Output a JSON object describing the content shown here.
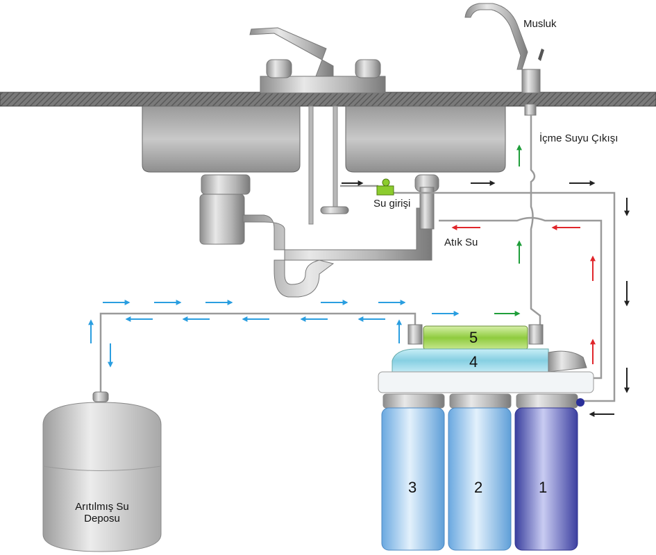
{
  "labels": {
    "faucet": "Musluk",
    "drinking_outlet": "İçme Suyu Çıkışı",
    "water_inlet": "Su girişi",
    "waste_water": "Atık Su",
    "tank_line1": "Arıtılmış Su",
    "tank_line2": "Deposu"
  },
  "stages": [
    "1",
    "2",
    "3",
    "4",
    "5"
  ],
  "colors": {
    "inlet_arrow": "#222222",
    "waste_arrow": "#e0262b",
    "product_arrow": "#1f9e3a",
    "tank_arrow": "#2a9ee0",
    "housing_1": "#4a4fb8",
    "housing_2_3": "#7fb9ea",
    "stage_4": "#8fd2e6",
    "stage_5": "#a6d85a"
  },
  "icons": [
    "faucet-icon",
    "sink-faucet-icon",
    "valve-icon",
    "storage-tank-icon"
  ]
}
